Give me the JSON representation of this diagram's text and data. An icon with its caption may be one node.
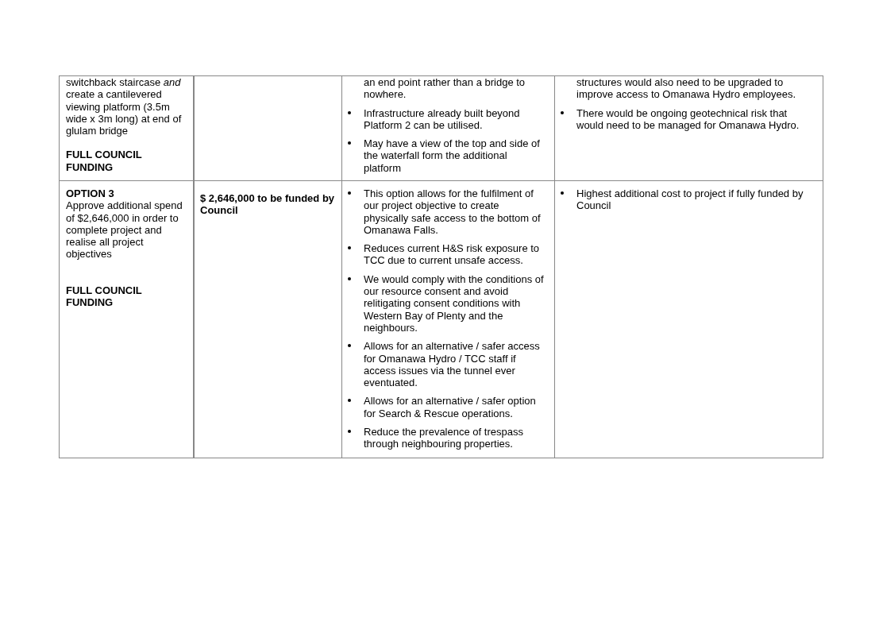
{
  "diagram": {
    "labels": [
      "switchback staircase *and* create a cantilevered viewing platform (3.5m wide x 3m long) at end of glulam bridge",
      "FULL COUNCIL FUNDING",
      "an end point rather than a bridge to nowhere.",
      "Infrastructure already built beyond Platform 2 can be utilised.",
      "May have a view of the top and side of the waterfall form the additional platform",
      "structures would also need to be upgraded to improve access to Omanawa Hydro employees.",
      "There would be ongoing geotechnical risk that would need to be managed for Omanawa Hydro.",
      "OPTION 3",
      "Approve additional spend of $2,646,000 in order to complete project and realise all project objectives",
      "FULL COUNCIL FUNDING",
      "$ 2,646,000 to be funded by Council",
      "This option allows for the fulfilment of our project objective to create physically safe access to the bottom of Omanawa Falls.",
      " Reduces current H&S risk exposure to TCC due to current unsafe access.",
      "We would comply with the conditions of our resource consent and avoid relitigating consent conditions with Western Bay of Plenty and the neighbours.",
      "Allows for an alternative / safer access for Omanawa Hydro / TCC staff if access issues via the tunnel ever eventuated.",
      "Allows for an alternative / safer option for Search & Rescue operations.",
      "Reduce the prevalence of trespass through neighbouring properties.",
      "Highest additional cost to project if fully funded by Council"
    ]
  }
}
